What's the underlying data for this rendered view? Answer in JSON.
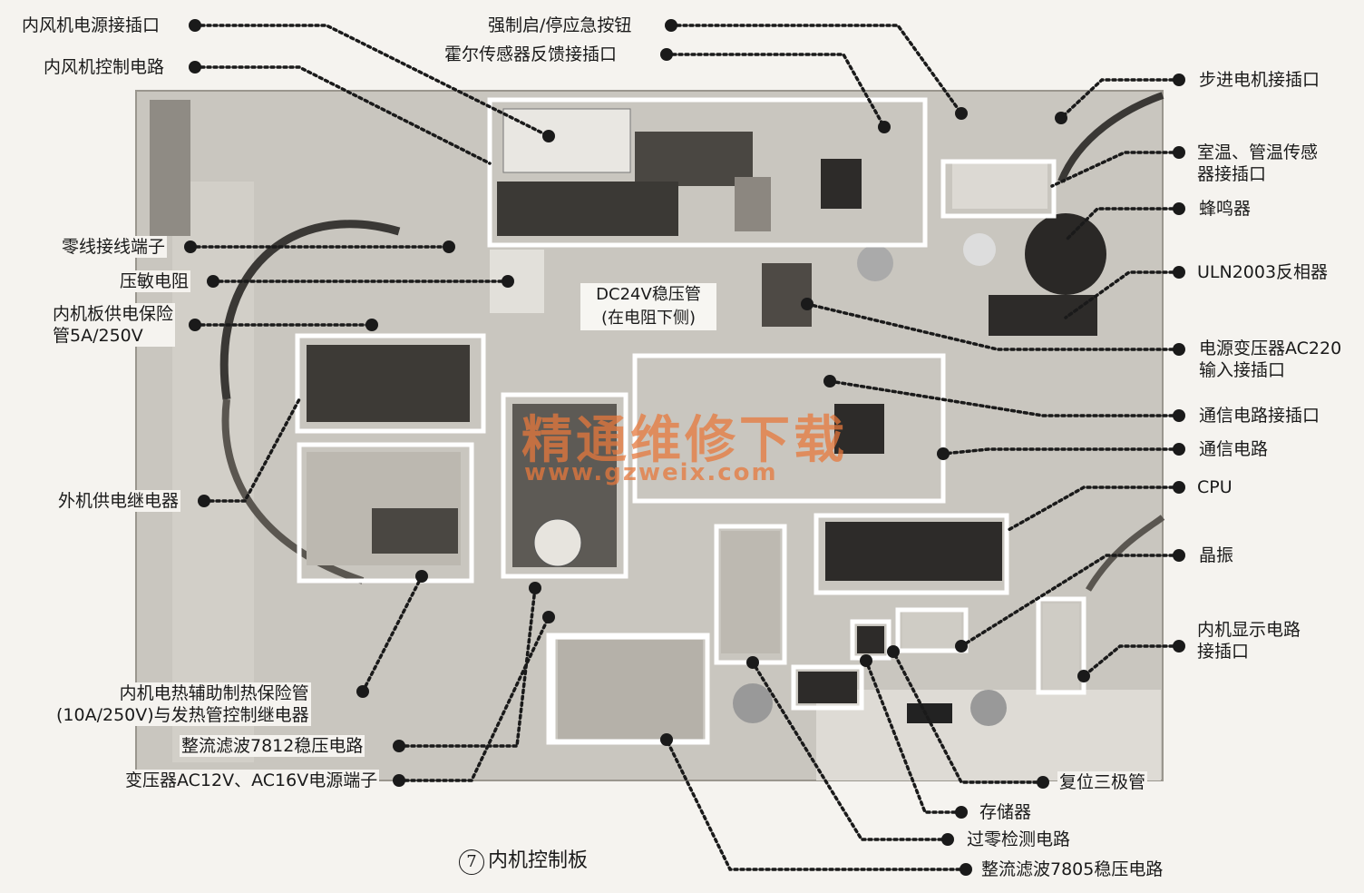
{
  "labels": {
    "fan_power_socket": "内风机电源接插口",
    "fan_control_circuit": "内风机控制电路",
    "neutral_terminal": "零线接线端子",
    "varistor": "压敏电阻",
    "board_fuse": "内机板供电保险\n管5A/250V",
    "outdoor_relay": "外机供电继电器",
    "heater_fuse": "内机电热辅助制热保险管\n(10A/250V)与发热管控制继电器",
    "rectifier_7812": "整流滤波7812稳压电路",
    "transformer_terminal": "变压器AC12V、AC16V电源端子",
    "emergency_button": "强制启/停应急按钮",
    "hall_sensor_socket": "霍尔传感器反馈接插口",
    "stepper_socket": "步进电机接插口",
    "temp_sensor_socket": "室温、管温传感\n器接插口",
    "buzzer": "蜂鸣器",
    "uln2003": "ULN2003反相器",
    "transformer_input": "电源变压器AC220\n输入接插口",
    "comm_socket": "通信电路接插口",
    "comm_circuit": "通信电路",
    "cpu": "CPU",
    "crystal": "晶振",
    "display_socket": "内机显示电路\n接插口",
    "reset_transistor": "复位三极管",
    "memory": "存储器",
    "zero_cross": "过零检测电路",
    "rectifier_7805": "整流滤波7805稳压电路",
    "dc24_zener": "DC24V稳压管\n(在电阻下侧)"
  },
  "watermark": {
    "line1": "精通维修下载",
    "line2": "www.gzweix.com"
  },
  "caption": {
    "number": "7",
    "text": "内机控制板"
  }
}
